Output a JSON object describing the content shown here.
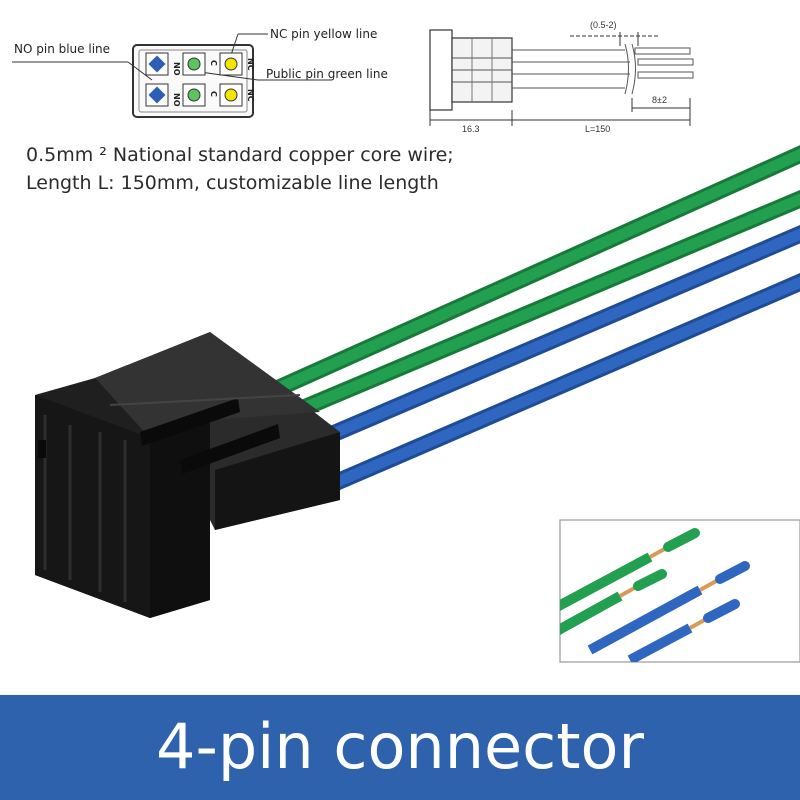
{
  "pin_diagram": {
    "no_label": "NO pin blue line",
    "nc_label": "NC pin yellow line",
    "public_label": "Public pin green line",
    "pin_marks": [
      "NO",
      "C",
      "NC"
    ]
  },
  "dimension_drawing": {
    "strip_range": "(0.5-2)",
    "strip_length": "8±2",
    "body_length": "16.3",
    "wire_length": "L=150"
  },
  "spec": {
    "line1": "0.5mm ² National standard copper core wire;",
    "line2": "Length L: 150mm, customizable line length"
  },
  "colors": {
    "green_wire": "#1f9a4a",
    "blue_wire": "#2a5fb5",
    "yellow_pin": "#f2e600",
    "connector": "#1c1c1c",
    "banner": "#2f62ad",
    "copper": "#d89a5a"
  },
  "banner": {
    "title": "4-pin connector"
  }
}
